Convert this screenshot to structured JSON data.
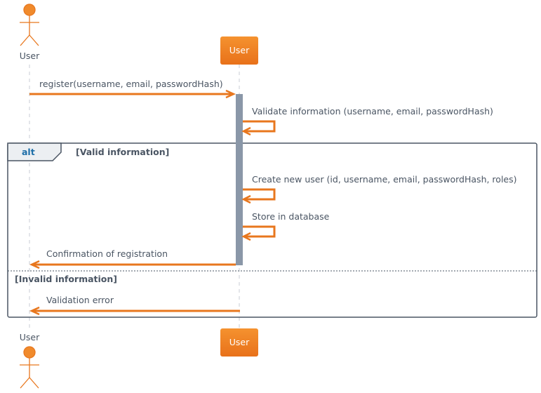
{
  "participants": {
    "actor_label": "User",
    "system_label": "User"
  },
  "messages": {
    "register": "register(username, email, passwordHash)",
    "validate": "Validate information (username, email, passwordHash)",
    "create": "Create new user (id, username, email, passwordHash, roles)",
    "store": "Store in database",
    "confirmation": "Confirmation of registration",
    "error": "Validation error"
  },
  "alt_fragment": {
    "keyword": "alt",
    "guard_valid": "[Valid information]",
    "guard_invalid": "[Invalid information]"
  },
  "colors": {
    "accent": "#e8771e",
    "actor": "#f08a2c",
    "activation": "#8a97a8",
    "frame": "#4a5563",
    "text": "#4a5563",
    "alt_keyword": "#1e6fa8"
  }
}
